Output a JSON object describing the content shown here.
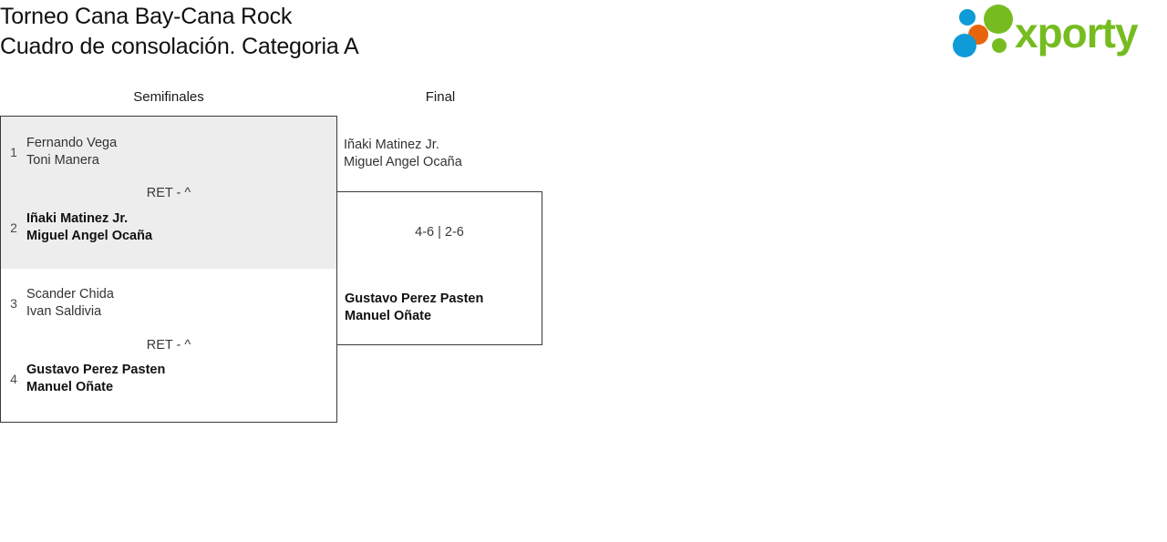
{
  "header": {
    "title_line1": "Torneo Cana Bay-Cana Rock",
    "title_line2": "Cuadro de consolación. Categoria A",
    "logo_text": "xporty",
    "logo_colors": {
      "green": "#76bc21",
      "blue": "#0f9bd7",
      "orange": "#e8650d"
    }
  },
  "rounds": [
    {
      "key": "semifinals",
      "label": "Semifinales"
    },
    {
      "key": "final",
      "label": "Final"
    }
  ],
  "bracket": {
    "semifinal_1": {
      "score": "RET - ^",
      "top": {
        "seed": "1",
        "player1": "Fernando Vega",
        "player2": "Toni Manera",
        "winner": false
      },
      "bottom": {
        "seed": "2",
        "player1": "Iñaki Matinez Jr.",
        "player2": "Miguel Angel Ocaña",
        "winner": true
      }
    },
    "semifinal_2": {
      "score": "RET - ^",
      "top": {
        "seed": "3",
        "player1": "Scander Chida",
        "player2": "Ivan Saldivia",
        "winner": false
      },
      "bottom": {
        "seed": "4",
        "player1": "Gustavo Perez Pasten",
        "player2": "Manuel Oñate",
        "winner": true
      }
    },
    "final": {
      "score": "4-6 | 2-6",
      "top": {
        "seed": "",
        "player1": "Iñaki Matinez Jr.",
        "player2": "Miguel Angel Ocaña",
        "winner": false
      },
      "bottom": {
        "seed": "",
        "player1": "Gustavo Perez Pasten",
        "player2": "Manuel Oñate",
        "winner": true
      }
    }
  }
}
